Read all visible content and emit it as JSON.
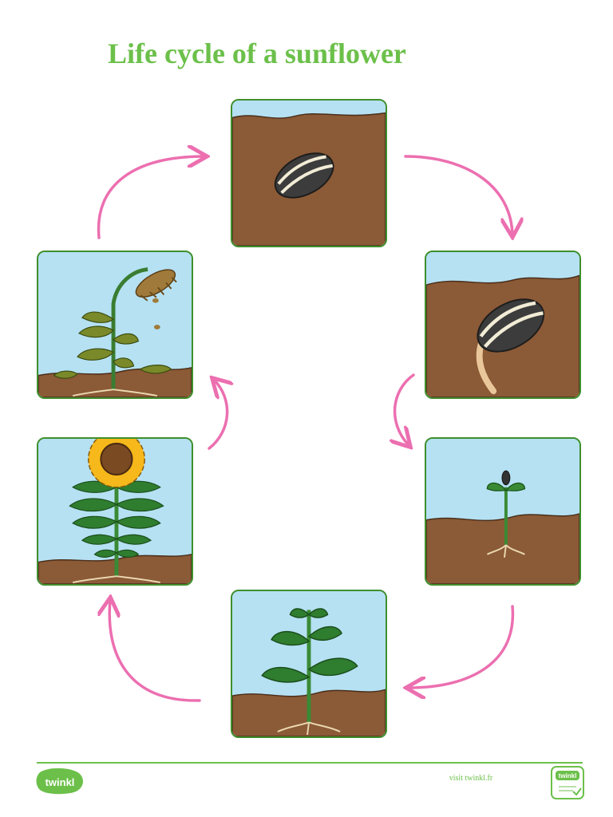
{
  "title": "Life cycle of a sunflower",
  "stages": [
    {
      "id": "seed",
      "icon": "seed-in-soil-icon"
    },
    {
      "id": "germinating-seed",
      "icon": "germinating-seed-icon"
    },
    {
      "id": "seedling",
      "icon": "seedling-icon"
    },
    {
      "id": "young-plant",
      "icon": "young-plant-icon"
    },
    {
      "id": "flowering-sunflower",
      "icon": "flowering-sunflower-icon"
    },
    {
      "id": "wilting-sunflower",
      "icon": "wilting-sunflower-icon"
    }
  ],
  "footer": {
    "logo_text": "twinkl",
    "visit_text": "visit twinkl.fr",
    "badge_text": "twinkl"
  },
  "colors": {
    "title": "#6cc04a",
    "arrow": "#ec6fb0",
    "border": "#3f8f2c",
    "sky": "#b5e1f3",
    "soil": "#8b5a36",
    "leaf": "#3a8a35"
  }
}
